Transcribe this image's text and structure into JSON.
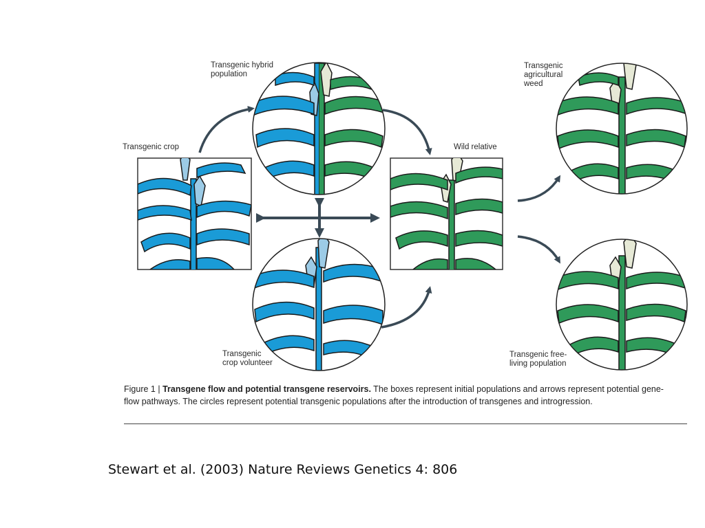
{
  "labels": {
    "hybrid": "Transgenic hybrid\npopulation",
    "crop": "Transgenic crop",
    "wild": "Wild relative",
    "weed": "Transgenic\nagricultural\nweed",
    "volunteer": "Transgenic\ncrop volunteer",
    "freeliving": "Transgenic free-\nliving population"
  },
  "caption": {
    "prefix": "Figure 1 | ",
    "bold": "Transgene flow and potential transgene reservoirs.",
    "text": " The boxes represent initial populations and arrows represent potential gene-flow pathways. The circles represent potential transgenic populations after the introduction of transgenes and introgression."
  },
  "citation": "Stewart et al. (2003) Nature Reviews Genetics 4: 806",
  "colors": {
    "crop_blue": "#1a9bd7",
    "crop_blue_light": "#9ccbe6",
    "wild_green": "#2f9a5a",
    "tassel": "#e6e9d6",
    "arrow": "#3a4a56"
  }
}
